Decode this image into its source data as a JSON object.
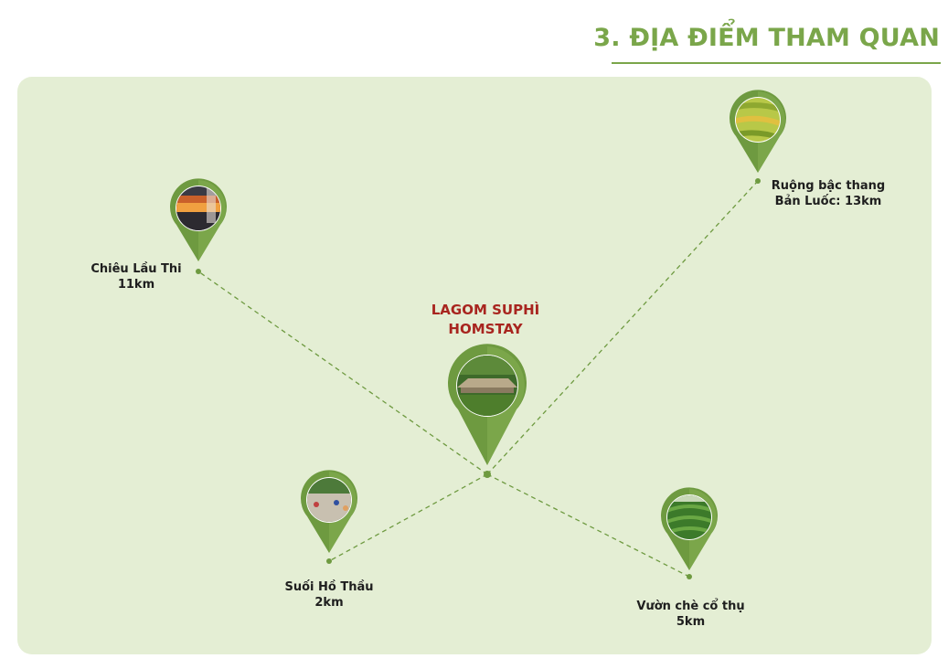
{
  "page": {
    "title": "3. ĐỊA ĐIỂM THAM QUAN"
  },
  "colors": {
    "accent_green": "#7aa64a",
    "pin_green": "#6e9a40",
    "panel_bg": "#e4eed4",
    "center_red": "#a8251f"
  },
  "center": {
    "line1": "LAGOM SUPHÌ",
    "line2": "HOMSTAY",
    "icon": "homestay-photo"
  },
  "locations": [
    {
      "id": "chieu-lau-thi",
      "line1": "Chiêu Lầu Thi",
      "line2": "11km",
      "icon": "sunset-photo"
    },
    {
      "id": "ruong-bac-thang",
      "line1": "Ruộng bậc thang",
      "line2": "Bản Luốc: 13km",
      "icon": "rice-terrace-photo"
    },
    {
      "id": "suoi-ho-thau",
      "line1": "Suối Hồ Thầu",
      "line2": "2km",
      "icon": "stream-photo"
    },
    {
      "id": "vuon-che",
      "line1": "Vườn chè cổ thụ",
      "line2": "5km",
      "icon": "tea-garden-photo"
    }
  ]
}
